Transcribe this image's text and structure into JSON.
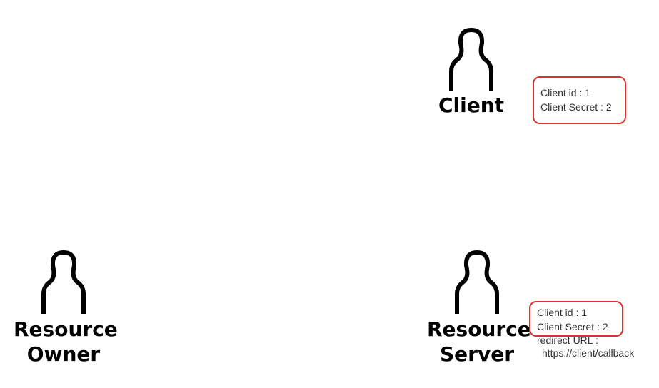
{
  "colors": {
    "icon": "#000000",
    "note_border": "#d9342b",
    "note_text": "#333333"
  },
  "actors": {
    "client": {
      "icon": "person-icon",
      "label": "Client"
    },
    "resource_owner": {
      "icon": "person-icon",
      "label_line1": "Resource",
      "label_line2": "Owner"
    },
    "resource_server": {
      "icon": "person-icon",
      "label_line1": "Resource",
      "label_line2": "Server"
    }
  },
  "client_note": {
    "client_id": "Client id : 1",
    "client_secret": "Client Secret : 2"
  },
  "server_note": {
    "client_id": "Client id : 1",
    "client_secret": "Client Secret : 2",
    "redirect_label": "redirect URL :",
    "redirect_url": "https://client/callback"
  }
}
